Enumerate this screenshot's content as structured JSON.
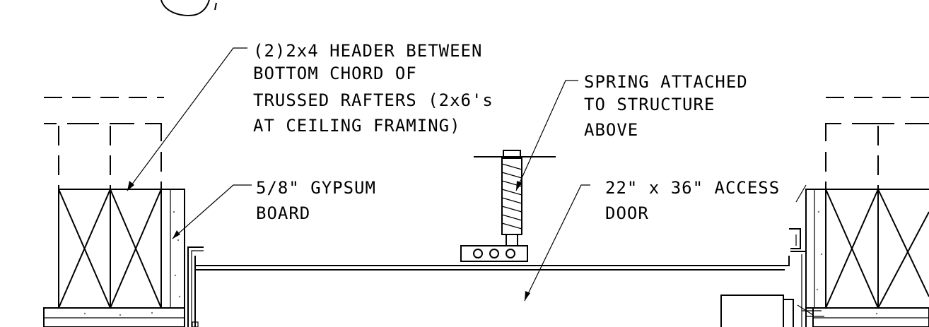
{
  "labels": {
    "header_line1": "(2)2x4 HEADER BETWEEN",
    "header_line2": "BOTTOM CHORD OF",
    "header_line3": "TRUSSED RAFTERS (2x6's",
    "header_line4": "AT CEILING FRAMING)",
    "spring_line1": "SPRING ATTACHED",
    "spring_line2": "TO STRUCTURE",
    "spring_line3": "ABOVE",
    "gypsum_line1": "5/8\" GYPSUM",
    "gypsum_line2": "BOARD",
    "door_line1": "22\" x 36\" ACCESS",
    "door_line2": "DOOR"
  }
}
